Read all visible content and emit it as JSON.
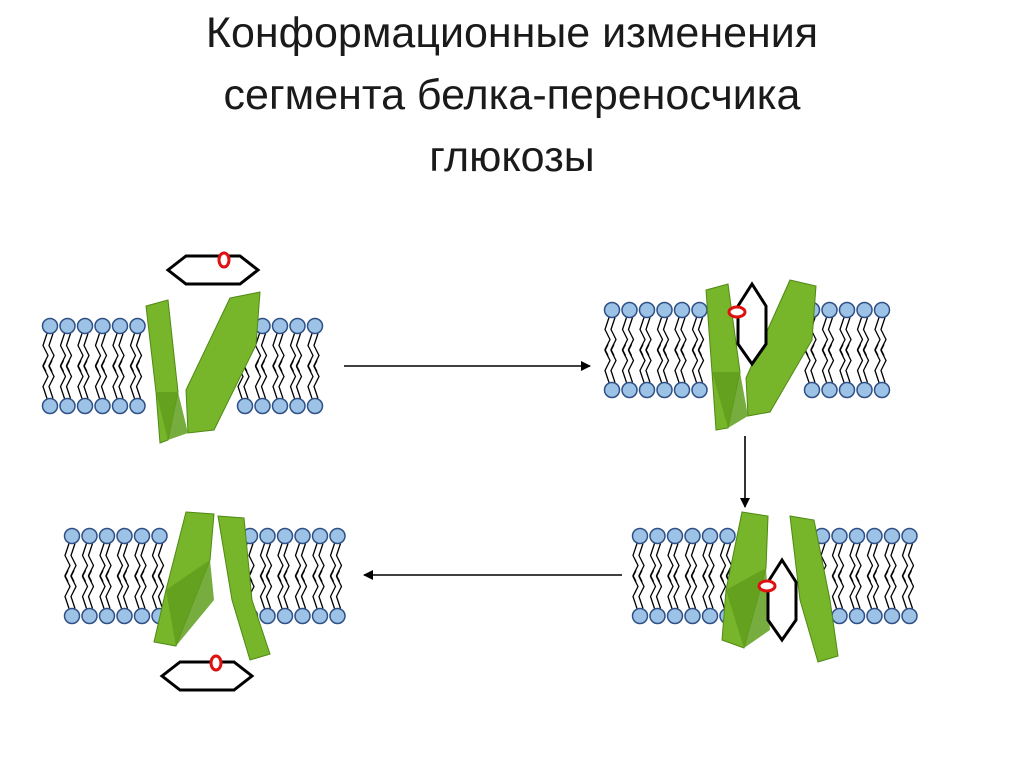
{
  "slide": {
    "title_lines": [
      "Конформационные изменения",
      "сегмента белка-переносчика",
      "глюкозы"
    ]
  },
  "colors": {
    "phospholipid_head": "#9cc3e6",
    "head_outline": "#2f4f86",
    "protein_green": "#77b52a",
    "protein_dark": "#4f8a14",
    "glucose_ring": "#000000",
    "glucose_oxygen": "#e01010",
    "arrow": "#000000",
    "background": "#ffffff"
  },
  "stages": [
    {
      "name": "stage-1-outward-open",
      "glucose_position": "outside-above"
    },
    {
      "name": "stage-2-glucose-bound-outside",
      "glucose_position": "in-channel-upper"
    },
    {
      "name": "stage-3-glucose-in-channel",
      "glucose_position": "in-channel-lower"
    },
    {
      "name": "stage-4-inward-open",
      "glucose_position": "inside-below"
    }
  ],
  "flow": [
    "stage-1 → stage-2",
    "stage-2 → stage-3",
    "stage-3 → stage-4"
  ]
}
